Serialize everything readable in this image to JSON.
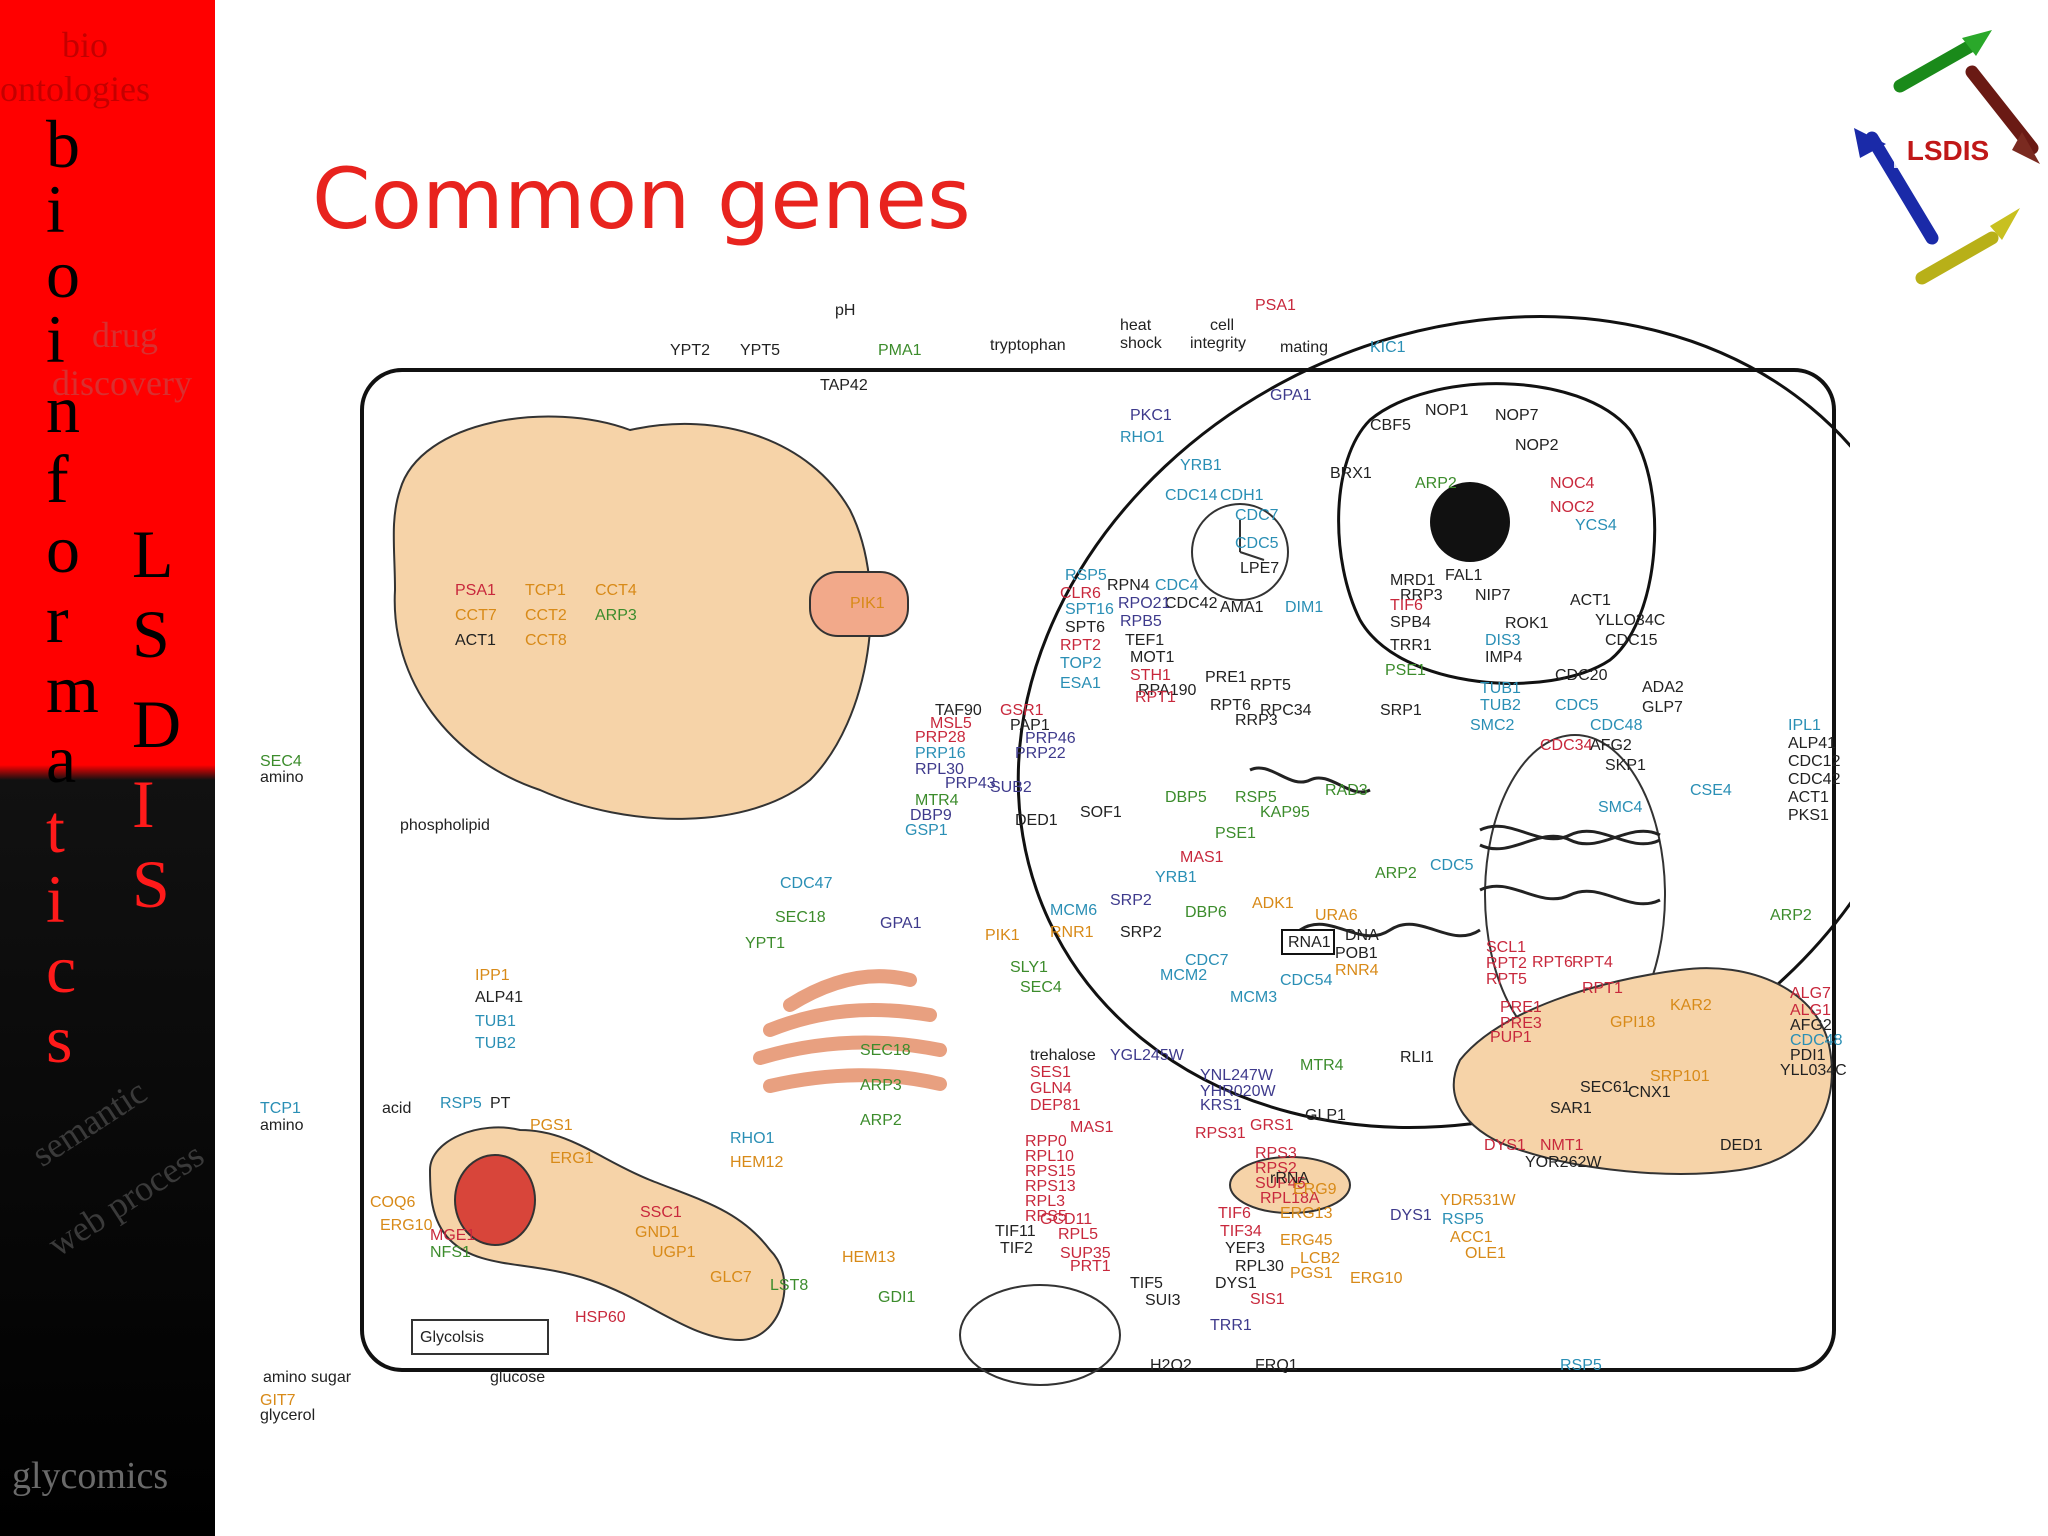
{
  "slide": {
    "title": "Common genes"
  },
  "sidebar": {
    "top_small": [
      "bio",
      "ontologies"
    ],
    "drug": [
      "drug",
      "discovery"
    ],
    "semantic": [
      "semantic",
      "web process"
    ],
    "glycomics": "glycomics",
    "vertical_word": [
      "b",
      "i",
      "o",
      "i",
      "n",
      "f",
      "o",
      "r",
      "m",
      "a",
      "t",
      "i",
      "c",
      "s"
    ],
    "vertical_acronym": [
      "L",
      "S",
      "D",
      "I",
      "S"
    ]
  },
  "logo": {
    "text": "LSDIS"
  },
  "colors": {
    "sidebar_red": "#ff0000",
    "sidebar_black": "#000000",
    "title": "#e8231e",
    "organelle": "#f6d3a8",
    "black_gene": "#222222",
    "green_gene": "#3c8c2c",
    "blue_gene": "#2a8fb5",
    "orange_gene": "#d88a18",
    "red_gene": "#c8283c",
    "purple_gene": "#3e3a8c"
  },
  "diagram": {
    "labels": [
      {
        "t": "pH",
        "c": "k"
      },
      {
        "t": "YPT2",
        "c": "k"
      },
      {
        "t": "YPT5",
        "c": "k"
      },
      {
        "t": "PMA1",
        "c": "g"
      },
      {
        "t": "tryptophan",
        "c": "k"
      },
      {
        "t": "heat",
        "c": "k"
      },
      {
        "t": "shock",
        "c": "k"
      },
      {
        "t": "cell",
        "c": "k"
      },
      {
        "t": "integrity",
        "c": "k"
      },
      {
        "t": "mating",
        "c": "k"
      },
      {
        "t": "PSA1",
        "c": "r"
      },
      {
        "t": "KIC1",
        "c": "b"
      },
      {
        "t": "TAP42",
        "c": "k"
      },
      {
        "t": "GPA1",
        "c": "p"
      },
      {
        "t": "PKC1",
        "c": "p"
      },
      {
        "t": "RHO1",
        "c": "b"
      },
      {
        "t": "YRB1",
        "c": "b"
      },
      {
        "t": "CDC14",
        "c": "b"
      },
      {
        "t": "CDH1",
        "c": "b"
      },
      {
        "t": "CDC7",
        "c": "b"
      },
      {
        "t": "CDC5",
        "c": "b"
      },
      {
        "t": "LPE7",
        "c": "k"
      },
      {
        "t": "CDC4",
        "c": "b"
      },
      {
        "t": "CDC42",
        "c": "k"
      },
      {
        "t": "AMA1",
        "c": "k"
      },
      {
        "t": "DIM1",
        "c": "b"
      },
      {
        "t": "CBF5",
        "c": "k"
      },
      {
        "t": "NOP1",
        "c": "k"
      },
      {
        "t": "NOP7",
        "c": "k"
      },
      {
        "t": "NOP2",
        "c": "k"
      },
      {
        "t": "BRX1",
        "c": "k"
      },
      {
        "t": "ARP2",
        "c": "g"
      },
      {
        "t": "NOC4",
        "c": "r"
      },
      {
        "t": "NOC2",
        "c": "r"
      },
      {
        "t": "YCS4",
        "c": "b"
      },
      {
        "t": "MRD1",
        "c": "k"
      },
      {
        "t": "FAL1",
        "c": "k"
      },
      {
        "t": "RRP3",
        "c": "k"
      },
      {
        "t": "NIP7",
        "c": "k"
      },
      {
        "t": "TIF6",
        "c": "r"
      },
      {
        "t": "SPB4",
        "c": "k"
      },
      {
        "t": "ROK1",
        "c": "k"
      },
      {
        "t": "TRR1",
        "c": "k"
      },
      {
        "t": "DIS3",
        "c": "b"
      },
      {
        "t": "IMP4",
        "c": "k"
      },
      {
        "t": "PSE1",
        "c": "g"
      },
      {
        "t": "ACT1",
        "c": "k"
      },
      {
        "t": "YLLO34C",
        "c": "k"
      },
      {
        "t": "CDC15",
        "c": "k"
      },
      {
        "t": "CDC20",
        "c": "k"
      },
      {
        "t": "ADA2",
        "c": "k"
      },
      {
        "t": "GLP7",
        "c": "k"
      },
      {
        "t": "SRP1",
        "c": "k"
      },
      {
        "t": "TUB1",
        "c": "b"
      },
      {
        "t": "TUB2",
        "c": "b"
      },
      {
        "t": "CDC5",
        "c": "b"
      },
      {
        "t": "SMC2",
        "c": "b"
      },
      {
        "t": "CDC48",
        "c": "b"
      },
      {
        "t": "CDC34",
        "c": "r"
      },
      {
        "t": "AFG2",
        "c": "k"
      },
      {
        "t": "SKP1",
        "c": "k"
      },
      {
        "t": "CSE4",
        "c": "b"
      },
      {
        "t": "SMC4",
        "c": "b"
      },
      {
        "t": "IPL1",
        "c": "b"
      },
      {
        "t": "ALP41",
        "c": "k"
      },
      {
        "t": "CDC12",
        "c": "k"
      },
      {
        "t": "CDC42",
        "c": "k"
      },
      {
        "t": "ACT1",
        "c": "k"
      },
      {
        "t": "PKS1",
        "c": "k"
      },
      {
        "t": "PSA1",
        "c": "r"
      },
      {
        "t": "TCP1",
        "c": "o"
      },
      {
        "t": "CCT4",
        "c": "o"
      },
      {
        "t": "CCT7",
        "c": "o"
      },
      {
        "t": "CCT2",
        "c": "o"
      },
      {
        "t": "ARP3",
        "c": "g"
      },
      {
        "t": "ACT1",
        "c": "k"
      },
      {
        "t": "CCT8",
        "c": "o"
      },
      {
        "t": "PIK1",
        "c": "o"
      },
      {
        "t": "RSP5",
        "c": "b"
      },
      {
        "t": "RPN4",
        "c": "k"
      },
      {
        "t": "CLR6",
        "c": "r"
      },
      {
        "t": "RPO21",
        "c": "p"
      },
      {
        "t": "SPT16",
        "c": "b"
      },
      {
        "t": "RPB5",
        "c": "p"
      },
      {
        "t": "SPT6",
        "c": "k"
      },
      {
        "t": "TEF1",
        "c": "k"
      },
      {
        "t": "RPT2",
        "c": "r"
      },
      {
        "t": "MOT1",
        "c": "k"
      },
      {
        "t": "TOP2",
        "c": "b"
      },
      {
        "t": "STH1",
        "c": "r"
      },
      {
        "t": "RPA190",
        "c": "k"
      },
      {
        "t": "ESA1",
        "c": "b"
      },
      {
        "t": "RPT1",
        "c": "r"
      },
      {
        "t": "RPT6",
        "c": "k"
      },
      {
        "t": "PRE1",
        "c": "k"
      },
      {
        "t": "RRP3",
        "c": "k"
      },
      {
        "t": "RPT5",
        "c": "k"
      },
      {
        "t": "RPC34",
        "c": "k"
      },
      {
        "t": "TAF90",
        "c": "k"
      },
      {
        "t": "GSR1",
        "c": "r"
      },
      {
        "t": "MSL5",
        "c": "r"
      },
      {
        "t": "PAP1",
        "c": "k"
      },
      {
        "t": "PRP28",
        "c": "r"
      },
      {
        "t": "PRP46",
        "c": "p"
      },
      {
        "t": "PRP16",
        "c": "b"
      },
      {
        "t": "PRP22",
        "c": "p"
      },
      {
        "t": "RPL30",
        "c": "p"
      },
      {
        "t": "PRP43",
        "c": "p"
      },
      {
        "t": "SUB2",
        "c": "p"
      },
      {
        "t": "MTR4",
        "c": "g"
      },
      {
        "t": "DBP9",
        "c": "p"
      },
      {
        "t": "DED1",
        "c": "k"
      },
      {
        "t": "GSP1",
        "c": "b"
      },
      {
        "t": "SOF1",
        "c": "k"
      },
      {
        "t": "DBP5",
        "c": "g"
      },
      {
        "t": "RSP5",
        "c": "g"
      },
      {
        "t": "RAD3",
        "c": "g"
      },
      {
        "t": "KAP95",
        "c": "g"
      },
      {
        "t": "PSE1",
        "c": "g"
      },
      {
        "t": "MAS1",
        "c": "r"
      },
      {
        "t": "YRB1",
        "c": "b"
      },
      {
        "t": "ARP2",
        "c": "g"
      },
      {
        "t": "CDC5",
        "c": "b"
      },
      {
        "t": "MCM6",
        "c": "b"
      },
      {
        "t": "SRP2",
        "c": "p"
      },
      {
        "t": "DBP6",
        "c": "g"
      },
      {
        "t": "ADK1",
        "c": "o"
      },
      {
        "t": "URA6",
        "c": "o"
      },
      {
        "t": "RNR1",
        "c": "o"
      },
      {
        "t": "SRP2",
        "c": "k"
      },
      {
        "t": "RNA1",
        "c": "k"
      },
      {
        "t": "DNA",
        "c": "k"
      },
      {
        "t": "POB1",
        "c": "k"
      },
      {
        "t": "CDC7",
        "c": "b"
      },
      {
        "t": "RNR4",
        "c": "o"
      },
      {
        "t": "MCM2",
        "c": "b"
      },
      {
        "t": "CDC54",
        "c": "b"
      },
      {
        "t": "MCM3",
        "c": "b"
      },
      {
        "t": "CDC47",
        "c": "b"
      },
      {
        "t": "SEC18",
        "c": "g"
      },
      {
        "t": "GPA1",
        "c": "p"
      },
      {
        "t": "YPT1",
        "c": "g"
      },
      {
        "t": "PIK1",
        "c": "o"
      },
      {
        "t": "SLY1",
        "c": "g"
      },
      {
        "t": "SEC4",
        "c": "g"
      },
      {
        "t": "SEC18",
        "c": "g"
      },
      {
        "t": "ARP3",
        "c": "g"
      },
      {
        "t": "ARP2",
        "c": "g"
      },
      {
        "t": "RHO1",
        "c": "b"
      },
      {
        "t": "HEM12",
        "c": "o"
      },
      {
        "t": "HEM13",
        "c": "o"
      },
      {
        "t": "LST8",
        "c": "g"
      },
      {
        "t": "GDI1",
        "c": "g"
      },
      {
        "t": "SEC4",
        "c": "g"
      },
      {
        "t": "amino",
        "c": "k"
      },
      {
        "t": "phospholipid",
        "c": "k"
      },
      {
        "t": "IPP1",
        "c": "o"
      },
      {
        "t": "ALP41",
        "c": "k"
      },
      {
        "t": "TUB1",
        "c": "b"
      },
      {
        "t": "TUB2",
        "c": "b"
      },
      {
        "t": "TCP1",
        "c": "b"
      },
      {
        "t": "amino",
        "c": "k"
      },
      {
        "t": "acid",
        "c": "k"
      },
      {
        "t": "RSP5",
        "c": "b"
      },
      {
        "t": "PT",
        "c": "k"
      },
      {
        "t": "PGS1",
        "c": "o"
      },
      {
        "t": "ERG1",
        "c": "o"
      },
      {
        "t": "COQ6",
        "c": "o"
      },
      {
        "t": "ERG10",
        "c": "o"
      },
      {
        "t": "MGE1",
        "c": "r"
      },
      {
        "t": "NFS1",
        "c": "g"
      },
      {
        "t": "SSC1",
        "c": "r"
      },
      {
        "t": "GND1",
        "c": "o"
      },
      {
        "t": "UGP1",
        "c": "o"
      },
      {
        "t": "GLC7",
        "c": "o"
      },
      {
        "t": "HSP60",
        "c": "r"
      },
      {
        "t": "Glycolsis",
        "c": "k"
      },
      {
        "t": "amino sugar",
        "c": "k"
      },
      {
        "t": "glucose",
        "c": "k"
      },
      {
        "t": "GIT7",
        "c": "o"
      },
      {
        "t": "glycerol",
        "c": "k"
      },
      {
        "t": "trehalose",
        "c": "k"
      },
      {
        "t": "YGL245W",
        "c": "p"
      },
      {
        "t": "SES1",
        "c": "r"
      },
      {
        "t": "YNL247W",
        "c": "p"
      },
      {
        "t": "GLN4",
        "c": "r"
      },
      {
        "t": "YHR020W",
        "c": "p"
      },
      {
        "t": "DEP81",
        "c": "r"
      },
      {
        "t": "KRS1",
        "c": "p"
      },
      {
        "t": "MAS1",
        "c": "r"
      },
      {
        "t": "GRS1",
        "c": "r"
      },
      {
        "t": "RPP0",
        "c": "r"
      },
      {
        "t": "RPS31",
        "c": "r"
      },
      {
        "t": "RPL10",
        "c": "r"
      },
      {
        "t": "RPS3",
        "c": "r"
      },
      {
        "t": "RPS15",
        "c": "r"
      },
      {
        "t": "RPS2",
        "c": "r"
      },
      {
        "t": "RPS13",
        "c": "r"
      },
      {
        "t": "SUP45",
        "c": "r"
      },
      {
        "t": "RPL3",
        "c": "r"
      },
      {
        "t": "RPL18A",
        "c": "r"
      },
      {
        "t": "RPS5",
        "c": "r"
      },
      {
        "t": "rRNA",
        "c": "k"
      },
      {
        "t": "GCD11",
        "c": "r"
      },
      {
        "t": "TIF6",
        "c": "r"
      },
      {
        "t": "TIF11",
        "c": "k"
      },
      {
        "t": "RPL5",
        "c": "r"
      },
      {
        "t": "TIF34",
        "c": "r"
      },
      {
        "t": "TIF2",
        "c": "k"
      },
      {
        "t": "SUP35",
        "c": "r"
      },
      {
        "t": "YEF3",
        "c": "k"
      },
      {
        "t": "PRT1",
        "c": "r"
      },
      {
        "t": "RPL30",
        "c": "k"
      },
      {
        "t": "TIF5",
        "c": "k"
      },
      {
        "t": "DYS1",
        "c": "k"
      },
      {
        "t": "SUI3",
        "c": "k"
      },
      {
        "t": "SIS1",
        "c": "r"
      },
      {
        "t": "TRR1",
        "c": "p"
      },
      {
        "t": "H2O2",
        "c": "k"
      },
      {
        "t": "FRQ1",
        "c": "k"
      },
      {
        "t": "MTR4",
        "c": "g"
      },
      {
        "t": "GLP1",
        "c": "k"
      },
      {
        "t": "DYS1",
        "c": "p"
      },
      {
        "t": "ERG9",
        "c": "o"
      },
      {
        "t": "YDR531W",
        "c": "o"
      },
      {
        "t": "ERG13",
        "c": "o"
      },
      {
        "t": "RSP5",
        "c": "b"
      },
      {
        "t": "ERG45",
        "c": "o"
      },
      {
        "t": "ACC1",
        "c": "o"
      },
      {
        "t": "OLE1",
        "c": "o"
      },
      {
        "t": "LCB2",
        "c": "o"
      },
      {
        "t": "PGS1",
        "c": "o"
      },
      {
        "t": "ERG10",
        "c": "o"
      },
      {
        "t": "RSP5",
        "c": "b"
      },
      {
        "t": "SCL1",
        "c": "r"
      },
      {
        "t": "RPT6",
        "c": "r"
      },
      {
        "t": "RPT4",
        "c": "r"
      },
      {
        "t": "RPT2",
        "c": "r"
      },
      {
        "t": "RPT5",
        "c": "r"
      },
      {
        "t": "RPT1",
        "c": "r"
      },
      {
        "t": "PRE1",
        "c": "r"
      },
      {
        "t": "PRE3",
        "c": "r"
      },
      {
        "t": "PUP1",
        "c": "r"
      },
      {
        "t": "RLI1",
        "c": "k"
      },
      {
        "t": "KAR2",
        "c": "o"
      },
      {
        "t": "GPI18",
        "c": "o"
      },
      {
        "t": "SRP101",
        "c": "o"
      },
      {
        "t": "CNX1",
        "c": "k"
      },
      {
        "t": "SEC61",
        "c": "k"
      },
      {
        "t": "SAR1",
        "c": "k"
      },
      {
        "t": "ALG7",
        "c": "r"
      },
      {
        "t": "ALG1",
        "c": "r"
      },
      {
        "t": "AFG2",
        "c": "k"
      },
      {
        "t": "CDC48",
        "c": "b"
      },
      {
        "t": "PDI1",
        "c": "k"
      },
      {
        "t": "YLL034C",
        "c": "k"
      },
      {
        "t": "ARP2",
        "c": "g"
      },
      {
        "t": "DYS1",
        "c": "r"
      },
      {
        "t": "NMT1",
        "c": "r"
      },
      {
        "t": "YOR262W",
        "c": "k"
      },
      {
        "t": "DED1",
        "c": "k"
      }
    ]
  }
}
